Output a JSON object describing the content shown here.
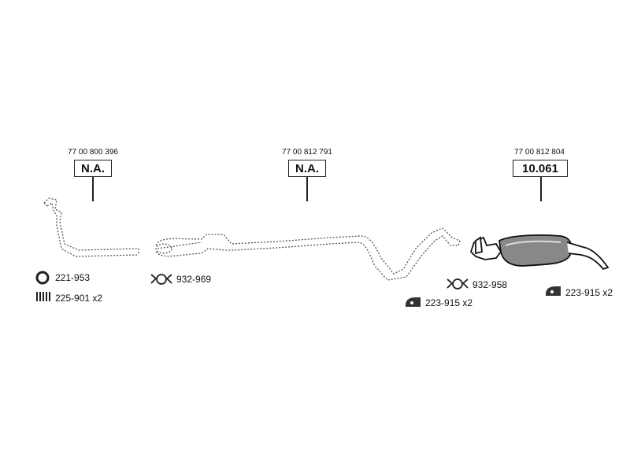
{
  "parts": [
    {
      "oem": "77 00 800 396",
      "code": "N.A."
    },
    {
      "oem": "77 00 812 791",
      "code": "N.A."
    },
    {
      "oem": "77 00 812 804",
      "code": "10.061"
    }
  ],
  "accessories": [
    {
      "icon": "gasket-ring-icon",
      "label": "221-953"
    },
    {
      "icon": "spring-icon",
      "label": "225-901 x2"
    },
    {
      "icon": "clamp-icon",
      "label": "932-969"
    },
    {
      "icon": "clamp-icon",
      "label": "932-958"
    },
    {
      "icon": "rubber-mount-icon",
      "label": "223-915 x2"
    },
    {
      "icon": "rubber-mount-icon",
      "label": "223-915 x2"
    }
  ]
}
